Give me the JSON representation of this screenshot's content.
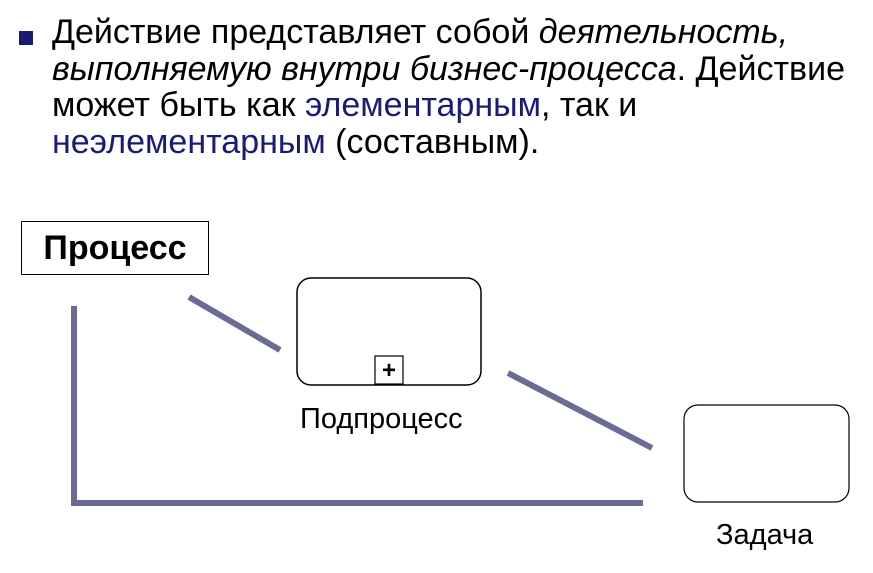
{
  "bullet": {
    "part1": "Действие представляет собой ",
    "italic": "деятельность, выполняемую внутри бизнес-процесса",
    "part2": ". Действие может быть как ",
    "elementary": "элементарным",
    "part3": ", так и ",
    "non_elementary": "неэлементарным",
    "part4": " (составным)."
  },
  "diagram": {
    "process_label": "Процесс",
    "subprocess_label": "Подпроцесс",
    "subprocess_marker": "+",
    "task_label": "Задача"
  },
  "colors": {
    "bullet": "#1a1a6e",
    "highlight": "#1a1a7a",
    "line": "#6b6b9a"
  }
}
